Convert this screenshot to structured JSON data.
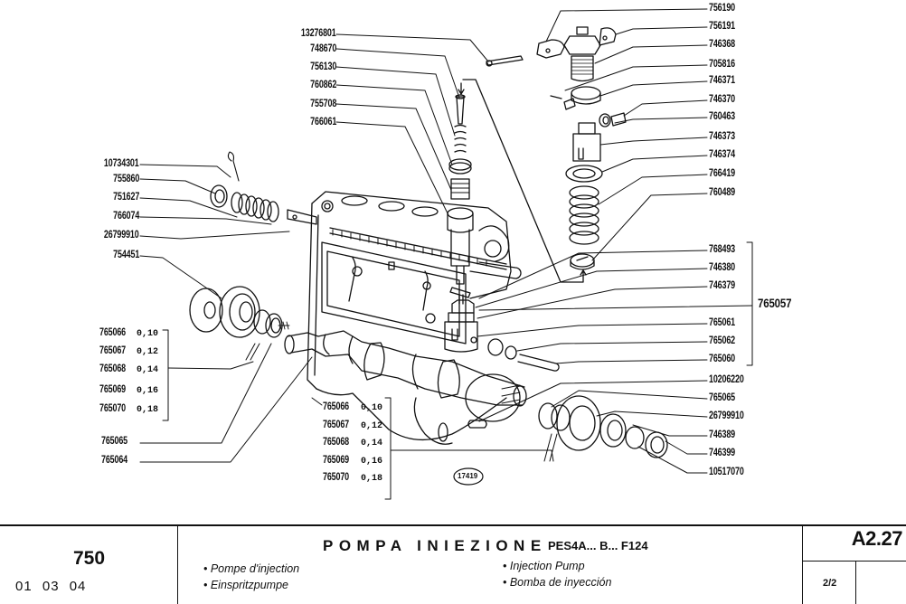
{
  "diagram": {
    "reference_number": "17419",
    "labels_top_left": [
      "13276801",
      "748670",
      "756130",
      "760862",
      "755708",
      "766061"
    ],
    "labels_mid_left": [
      "10734301",
      "755860",
      "751627",
      "766074",
      "26799910",
      "754451"
    ],
    "shims_left": [
      {
        "part": "765066",
        "size": "0,10"
      },
      {
        "part": "765067",
        "size": "0,12"
      },
      {
        "part": "765068",
        "size": "0,14"
      },
      {
        "part": "765069",
        "size": "0,16"
      },
      {
        "part": "765070",
        "size": "0,18"
      }
    ],
    "labels_bottom_left": [
      "765065",
      "765064"
    ],
    "shims_center": [
      {
        "part": "765066",
        "size": "0,10"
      },
      {
        "part": "765067",
        "size": "0,12"
      },
      {
        "part": "765068",
        "size": "0,14"
      },
      {
        "part": "765069",
        "size": "0,16"
      },
      {
        "part": "765070",
        "size": "0,18"
      }
    ],
    "labels_right_top": [
      "756190",
      "756191",
      "746368",
      "705816",
      "746371",
      "746370",
      "760463",
      "746373",
      "746374",
      "766419",
      "760489"
    ],
    "group_assembly": {
      "code": "765057",
      "members": [
        "768493",
        "746380",
        "746379",
        "765061",
        "765062",
        "765060"
      ]
    },
    "labels_right_bottom": [
      "10206220",
      "765065",
      "26799910",
      "746389",
      "746399",
      "10517070"
    ]
  },
  "footer": {
    "model": "750",
    "date_code": "01 03 04",
    "title": "POMPA INIEZIONE",
    "subtitle": "PES4A... B... F124",
    "translations": [
      "• Pompe d'injection",
      "• Einspritzpumpe",
      "• Injection Pump",
      "• Bomba de inyección"
    ],
    "section_code": "A2.27",
    "page": "2/2"
  }
}
